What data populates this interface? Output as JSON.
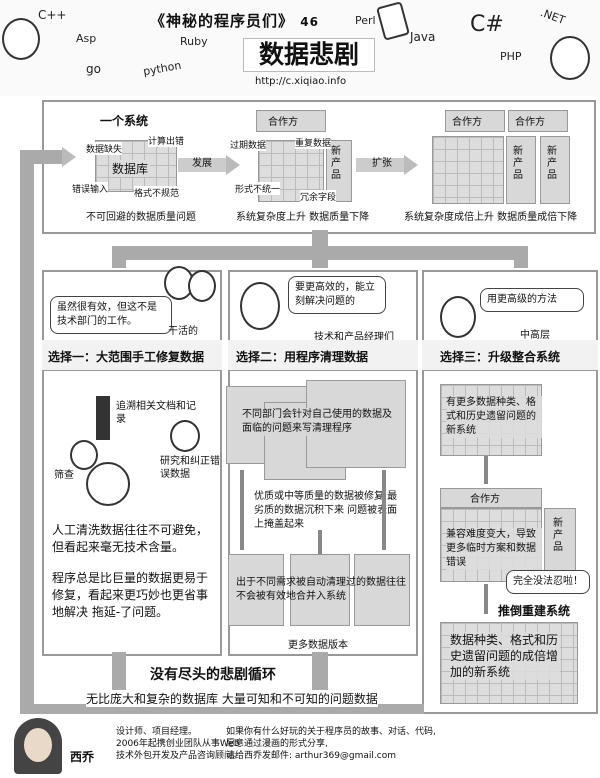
{
  "header": {
    "series_title": "《神秘的程序员们》",
    "issue_number": "46",
    "main_title": "数据悲剧",
    "url": "http://c.xiqiao.info",
    "languages": [
      "C++",
      "Asp",
      "go",
      "python",
      "Ruby",
      "Perl",
      "Java",
      "C#",
      "PHP",
      ".NET"
    ]
  },
  "top_section": {
    "label": "一个系统",
    "database_label": "数据库",
    "issues": [
      "数据缺失",
      "计算出错",
      "错误输入",
      "格式不规范"
    ],
    "caption1": "不可回避的数据质量问题",
    "develop_label": "发展",
    "mid_issues": [
      "过期数据",
      "重复数据",
      "形式不统一",
      "冗余字段"
    ],
    "partner": "合作方",
    "new_product": "新产品",
    "caption2": "系统复杂度上升  数据质量下降",
    "expand_label": "扩张",
    "partner2a": "合作方",
    "partner2b": "合作方",
    "new_product2a": "新产品",
    "new_product2b": "新产品",
    "caption3": "系统复杂度成倍上升  数据质量成倍下降"
  },
  "choice1": {
    "bubble": "虽然很有效，但这不是技术部门的工作。",
    "speaker": "干活的",
    "title": "选择一：大范围手工修复数据",
    "labels": [
      "追溯相关文档和记录",
      "筛查",
      "研究和纠正错误数据"
    ],
    "para1": "人工清洗数据往往不可避免，但看起来毫无技术含量。",
    "para2": "程序总是比巨量的数据更易于修复，看起来更巧妙也更省事地解决 拖延-了问题。"
  },
  "choice2": {
    "bubble": "要更高效的，能立刻解决问题的",
    "speaker": "技术和产品经理们",
    "title": "选择二：用程序清理数据",
    "card": "不同部门会针对自己使用的数据及面临的问题来写清理程序",
    "middle_text": "优质或中等质量的数据被修复 最劣质的数据沉积下来 问题被表面上掩盖起来",
    "bottom_text": "出于不同需求被自动清理过的数据往往不会被有效地合并入系统",
    "footer": "更多数据版本"
  },
  "choice3": {
    "bubble": "用更高级的方法",
    "speaker": "中高层",
    "title": "选择三：升级整合系统",
    "block1": "有更多数据种类、格式和历史遗留问题的新系统",
    "partner": "合作方",
    "new_product": "新产品",
    "block2": "兼容难度变大，导致更多临时方案和数据错误",
    "exclaim": "完全没法忍啦！",
    "rebuild": "推倒重建系统",
    "block3": "数据种类、格式和历史遗留问题的成倍增加的新系统"
  },
  "footer_cycle": {
    "title": "没有尽头的悲剧循环",
    "caption": "无比庞大和复杂的数据库   大量可知和不可知的问题数据"
  },
  "author": {
    "name": "西乔",
    "bio": [
      "设计师、项目经理。",
      "2006年起携创业团队从事Web",
      "技术外包开发及产品咨询顾问。"
    ],
    "contact": [
      "如果你有什么好玩的关于程序员的故事、对话、代码,",
      "愿意通过漫画的形式分享,",
      "请给西乔发邮件: arthur369@gmail.com"
    ]
  }
}
